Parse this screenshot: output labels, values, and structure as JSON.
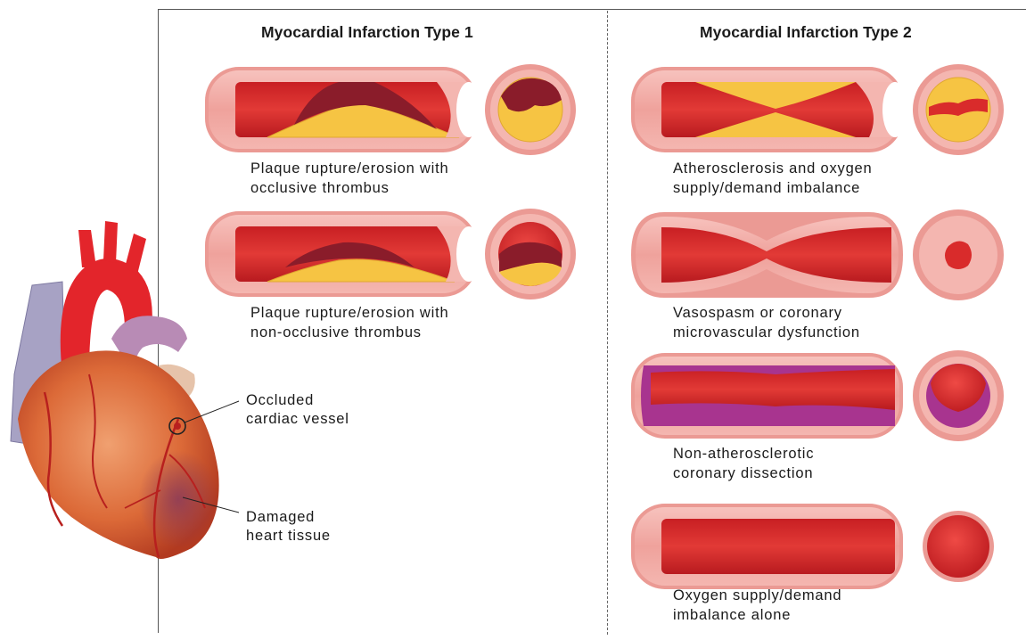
{
  "type1": {
    "title": "Myocardial Infarction Type 1",
    "panels": [
      {
        "line1": "Plaque rupture/erosion with",
        "line2": "occlusive thrombus"
      },
      {
        "line1": "Plaque rupture/erosion with",
        "line2": "non-occlusive thrombus"
      }
    ]
  },
  "type2": {
    "title": "Myocardial Infarction Type 2",
    "panels": [
      {
        "line1": "Atherosclerosis and oxygen",
        "line2": "supply/demand imbalance"
      },
      {
        "line1": "Vasospasm or coronary",
        "line2": "microvascular dysfunction"
      },
      {
        "line1": "Non-atherosclerotic",
        "line2": "coronary dissection"
      },
      {
        "line1": "Oxygen supply/demand",
        "line2": "imbalance alone"
      }
    ]
  },
  "heart": {
    "callout_vessel": {
      "line1": "Occluded",
      "line2": "cardiac vessel"
    },
    "callout_tissue": {
      "line1": "Damaged",
      "line2": "heart tissue"
    }
  },
  "colors": {
    "vessel_wall": "#f2a9a4",
    "vessel_wall_outer": "#e58a85",
    "lumen_blood": "#d92b2b",
    "plaque": "#f6c443",
    "thrombus": "#8a1c2a",
    "dissection": "#a8348f",
    "heart": "#d9612f",
    "aorta": "#e3252b",
    "vena_cava": "#a7a2c4"
  }
}
